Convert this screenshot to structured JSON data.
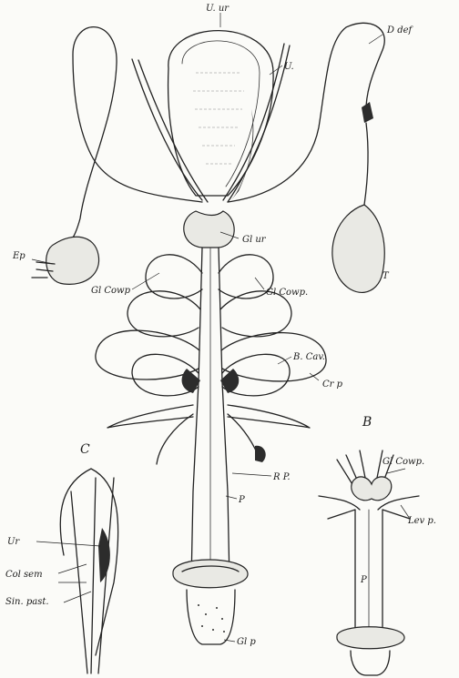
{
  "labels": {
    "v_ur": "U. ur",
    "u": "U.",
    "d_def": "D def",
    "ep": "Ep",
    "gl_ur": "Gl ur",
    "gl_cowp_left": "Gl Cowp",
    "gl_cowp_right": "Gl Cowp.",
    "b_cav": "B. Cav.",
    "cr_p": "Cr p",
    "t": "T",
    "b": "B",
    "c": "C",
    "gl_cowp_b": "Gl Cowp.",
    "lev_p": "Lev p.",
    "r_p": "R P.",
    "p_main": "P",
    "ur": "Ur",
    "col_sem": "Col sem",
    "sin_past": "Sin. past.",
    "p_b": "P",
    "gl_p": "Gl p"
  }
}
